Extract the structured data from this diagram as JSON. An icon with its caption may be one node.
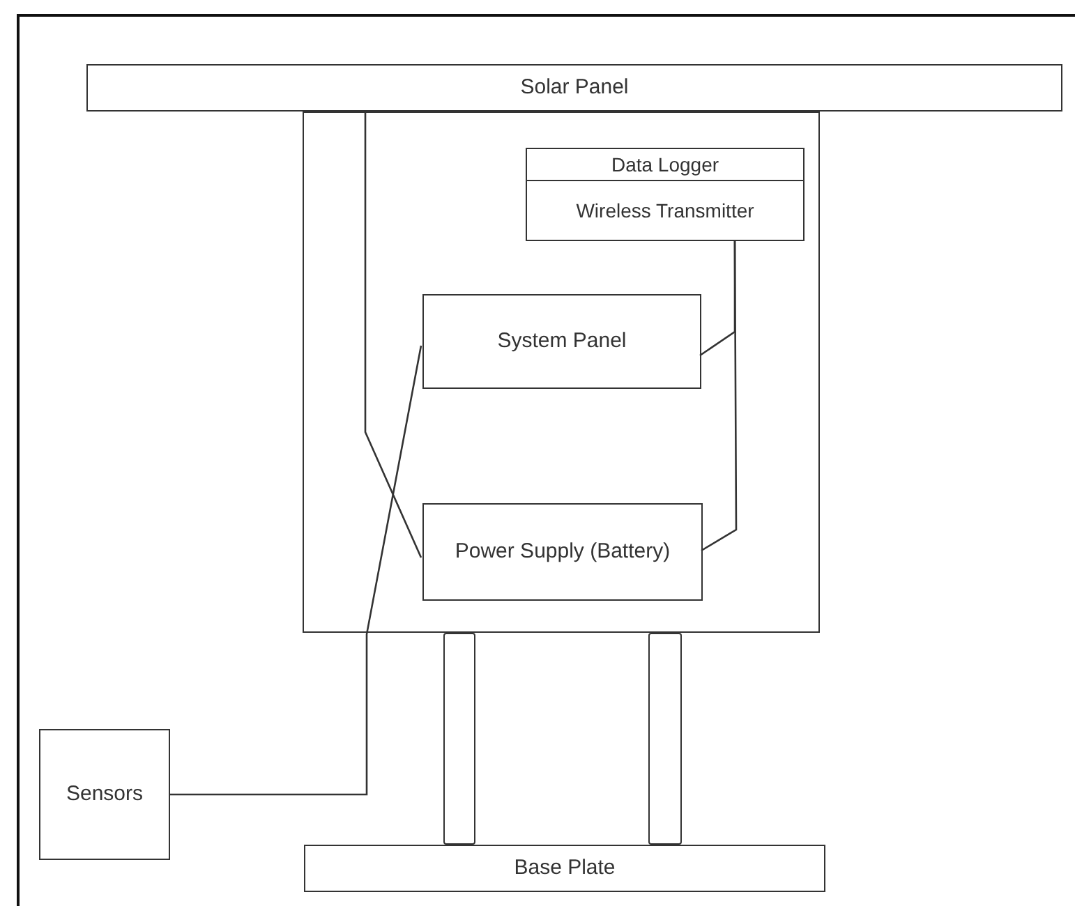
{
  "diagram": {
    "nodes": [
      {
        "text": [
          "Solar Panel"
        ]
      },
      {
        "text": [],
        "shape": "box"
      },
      {
        "text": [
          "Data Logger"
        ],
        "in": 1
      },
      {
        "text": [
          "Wireless Transmitter"
        ],
        "in": 1
      },
      {
        "text": [
          "System Panel"
        ],
        "in": 1
      },
      {
        "text": [
          "Power Supply (Battery)"
        ],
        "in": 1
      },
      {
        "text": [],
        "shape": "bar"
      },
      {
        "text": [],
        "shape": "bar"
      },
      {
        "text": [
          "Sensors"
        ]
      },
      {
        "text": [
          "Base Plate"
        ]
      }
    ],
    "edges": [
      {
        "from": 0,
        "to": 5,
        "arrow": "none"
      },
      {
        "from": 8,
        "to": 4,
        "arrow": "none"
      },
      {
        "from": 3,
        "to": 4,
        "arrow": "none"
      },
      {
        "from": 3,
        "to": 5,
        "arrow": "none"
      }
    ]
  }
}
